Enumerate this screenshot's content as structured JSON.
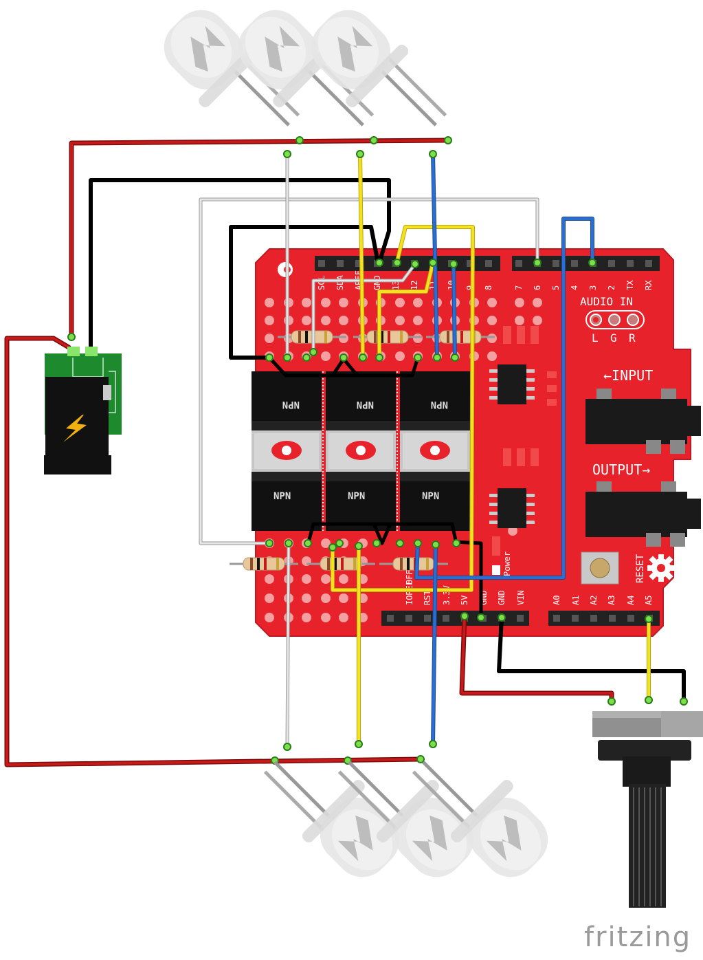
{
  "shield": {
    "top_header_labels": [
      "SCL",
      "SDA",
      "AREF",
      "GND",
      "13",
      "12",
      "11",
      "10",
      "9",
      "8",
      "7",
      "6",
      "5",
      "4",
      "3",
      "2",
      "TX",
      "RX"
    ],
    "bottom_header_labels": [
      "IOREF",
      "RST",
      "3.3V",
      "5V",
      "GND",
      "GND",
      "VIN",
      "A0",
      "A1",
      "A2",
      "A3",
      "A4",
      "A5"
    ],
    "audio_in_label": "AUDIO IN",
    "audio_in_pins": [
      "L",
      "G",
      "R"
    ],
    "input_label": "←INPUT",
    "output_label": "OUTPUT→",
    "reset_label": "RESET",
    "power_label": "Power",
    "off_label": "OFF",
    "transistor_labels": [
      "NPN",
      "NPN",
      "NPN",
      "NPN",
      "NPN",
      "NPN"
    ]
  },
  "components": {
    "power_jack": "dc-barrel-jack",
    "potentiometer": "rotary-potentiometer",
    "top_leds": 3,
    "bottom_leds": 3
  },
  "wire_colors": {
    "power": "#c41a1a",
    "ground": "#111111",
    "white": "#dddddd",
    "yellow": "#f5e21f",
    "blue": "#2a6fd0",
    "board": "#e8222a"
  },
  "brand": "fritzing"
}
